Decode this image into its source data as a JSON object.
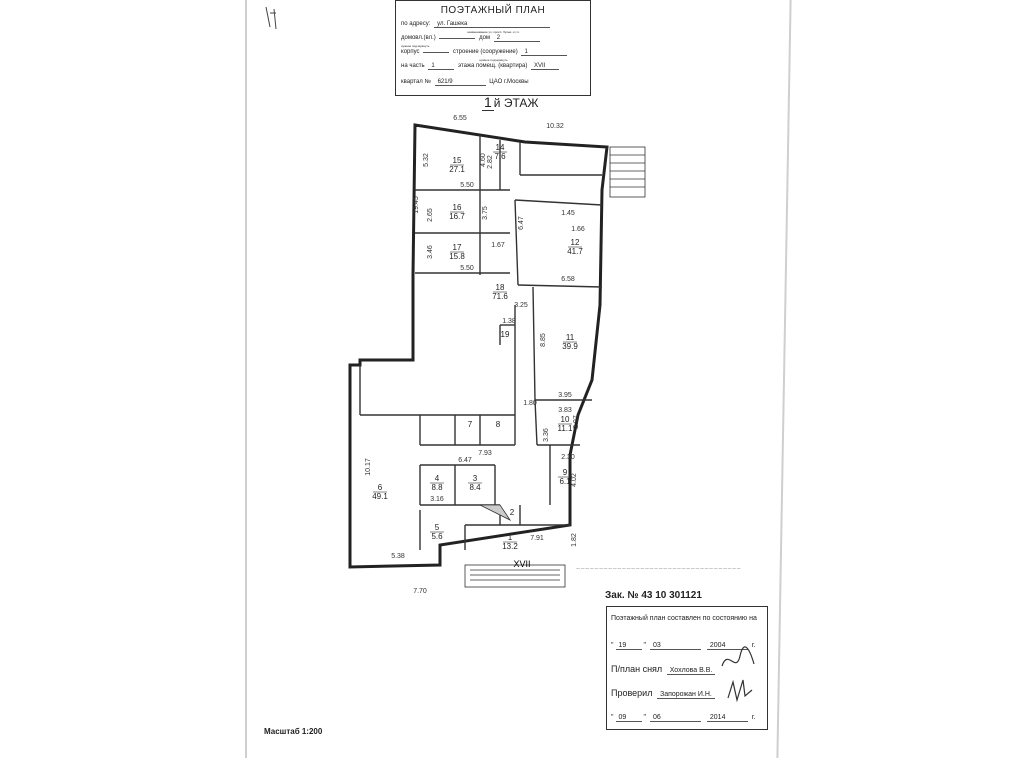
{
  "stamp": {
    "title": "ПОЭТАЖНЫЙ ПЛАН",
    "address_label": "по адресу:",
    "address_value": "ул. Гашека",
    "address_hint": "наименование ул. просп. бульв. и т.п.",
    "domovl_label": "домовл.(вл.)",
    "dom_label": "дом",
    "dom_value": "2",
    "domovl_hint": "нужное подчеркнуть",
    "korpus_label": "корпус",
    "stroenie_label": "строение (сооружение)",
    "stroenie_value": "1",
    "stroenie_hint": "нужное подчеркнуть",
    "chast_label": "на часть",
    "chast_value": "1",
    "etazh_label": "этажа помещ. (квартира)",
    "etazh_value": "XVII",
    "kvartal_label": "квартал №",
    "kvartal_value": "621/9",
    "district": "ЦАО г.Москвы"
  },
  "floor_title": {
    "number": "1",
    "suffix": "й",
    "word": "ЭТАЖ"
  },
  "rooms": [
    {
      "no": "15",
      "area": "27.1"
    },
    {
      "no": "14",
      "area": "7.6"
    },
    {
      "no": "16",
      "area": "16.7"
    },
    {
      "no": "17",
      "area": "15.8"
    },
    {
      "no": "12",
      "area": "41.7"
    },
    {
      "no": "18",
      "area": "71.6"
    },
    {
      "no": "19",
      "area": ""
    },
    {
      "no": "11",
      "area": "39.9"
    },
    {
      "no": "10",
      "area": "11.1"
    },
    {
      "no": "7",
      "area": ""
    },
    {
      "no": "8",
      "area": ""
    },
    {
      "no": "9",
      "area": "6.1"
    },
    {
      "no": "6",
      "area": "49.1"
    },
    {
      "no": "4",
      "area": "8.8"
    },
    {
      "no": "3",
      "area": "8.4"
    },
    {
      "no": "5",
      "area": "5.6"
    },
    {
      "no": "2",
      "area": ""
    },
    {
      "no": "1",
      "area": "13.2"
    }
  ],
  "dimensions": [
    "6.55",
    "10.32",
    "5.32",
    "4.60",
    "2.82",
    "5.50",
    "2.65",
    "3.75",
    "3.46",
    "5.50",
    "1.67",
    "6.47",
    "1.45",
    "1.66",
    "6.58",
    "3.25",
    "1.38",
    "8.85",
    "3.95",
    "1.80",
    "3.83",
    "3.36",
    "2.97",
    "7.93",
    "2.30",
    "4.02",
    "10.17",
    "6.47",
    "3.16",
    "7.91",
    "1.82",
    "5.38",
    "7.70",
    "19.45"
  ],
  "entrance_label": "XVII",
  "order": "Зак. № 43 10 301121",
  "cert": {
    "line1": "Поэтажный план составлен по состоянию на",
    "day1": "19",
    "month1": "03",
    "year1": "2004",
    "g1": "г.",
    "made_label": "П/план снял",
    "made_value": "Хохлова В.В.",
    "checked_label": "Проверил",
    "checked_value": "Запорожан И.Н.",
    "day2": "09",
    "month2": "06",
    "year2": "2014",
    "g2": "г."
  },
  "scale": "Масштаб 1:200"
}
